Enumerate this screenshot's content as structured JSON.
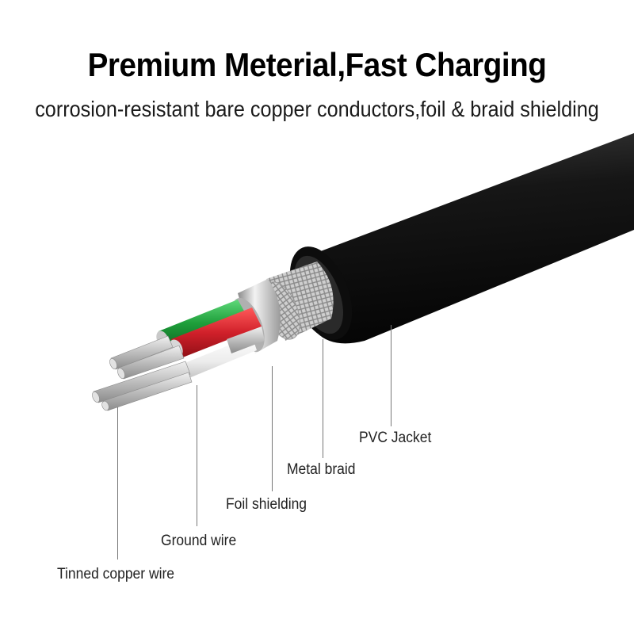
{
  "header": {
    "title": "Premium Meterial,Fast Charging",
    "subtitle": "corrosion-resistant bare copper conductors,foil & braid shielding"
  },
  "labels": {
    "pvc_jacket": "PVC Jacket",
    "metal_braid": "Metal braid",
    "foil_shielding": "Foil shielding",
    "ground_wire": "Ground wire",
    "tinned_copper_wire": "Tinned copper wire"
  },
  "colors": {
    "jacket": "#1c1c1c",
    "green_wire": "#1e9e3a",
    "red_wire": "#d0202a",
    "white_wire": "#eeeeee",
    "foil": "#c8c8c8",
    "braid": "#b4b4b4",
    "copper_strand": "#cfcfcf"
  }
}
